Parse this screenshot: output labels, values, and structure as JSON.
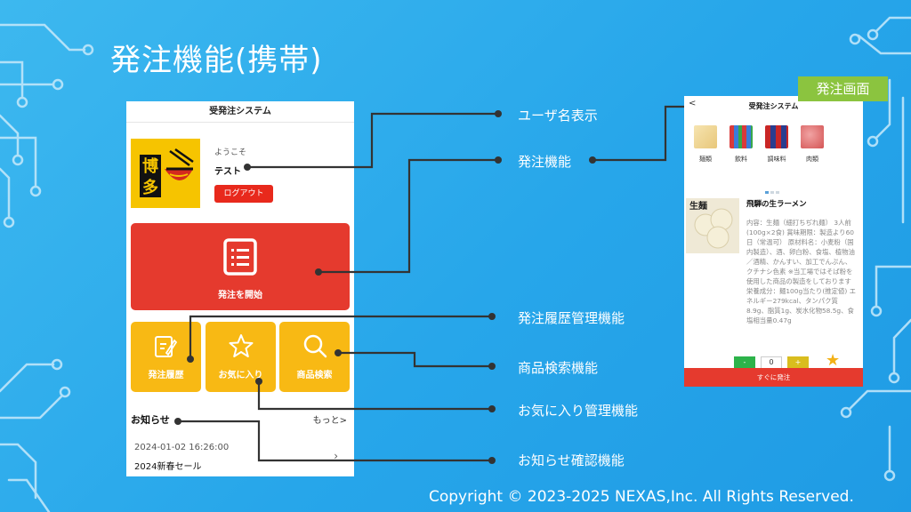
{
  "slide": {
    "title": "発注機能(携帯)",
    "copyright": "Copyright © 2023-2025 NEXAS,Inc. All Rights Reserved."
  },
  "phone_main": {
    "header_title": "受発注システム",
    "welcome": "ようこそ",
    "username": "テスト",
    "logout_label": "ログアウト",
    "start_order_label": "発注を開始",
    "tiles": [
      {
        "label": "発注履歴",
        "icon": "edit-icon"
      },
      {
        "label": "お気に入り",
        "icon": "star-icon"
      },
      {
        "label": "商品検索",
        "icon": "search-icon"
      }
    ],
    "news": {
      "title": "お知らせ",
      "more_label": "もっと>",
      "date": "2024-01-02 16:26:00",
      "headline": "2024新春セール"
    },
    "logo_text": "博多"
  },
  "callouts": [
    "ユーザ名表示",
    "発注機能",
    "発注履歴管理機能",
    "商品検索機能",
    "お気に入り管理機能",
    "お知らせ確認機能"
  ],
  "phone_order": {
    "tag": "発注画面",
    "back_label": "<",
    "header_title": "受発注システム",
    "categories": [
      "麺類",
      "飲料",
      "調味料",
      "肉類"
    ],
    "product": {
      "name": "飛騨の生ラーメン",
      "description": "内容：生麺（細打ちぢれ麺） 3人前(100g×2食) 賞味期限：製造より60日（常温可） 原材料名：小麦粉（国内製造）、酒、卵白粉、食塩、植物油／酒精、かんすい、加工でんぷん、クチナシ色素 ※当工場ではそば粉を使用した商品の製造をしております 栄養成分：麺100g当たり(推定値) エネルギー279kcal、タンパク質8.9g、脂質1g、炭水化物58.5g、食塩相当量0.47g",
      "quantity": "0",
      "minus_label": "-",
      "plus_label": "+",
      "image_text": "生麺"
    },
    "order_button": "すぐに発注"
  },
  "colors": {
    "background": "#27a6ea",
    "red": "#e53a2e",
    "yellow": "#f8b914",
    "green_tag": "#8bc43f"
  }
}
